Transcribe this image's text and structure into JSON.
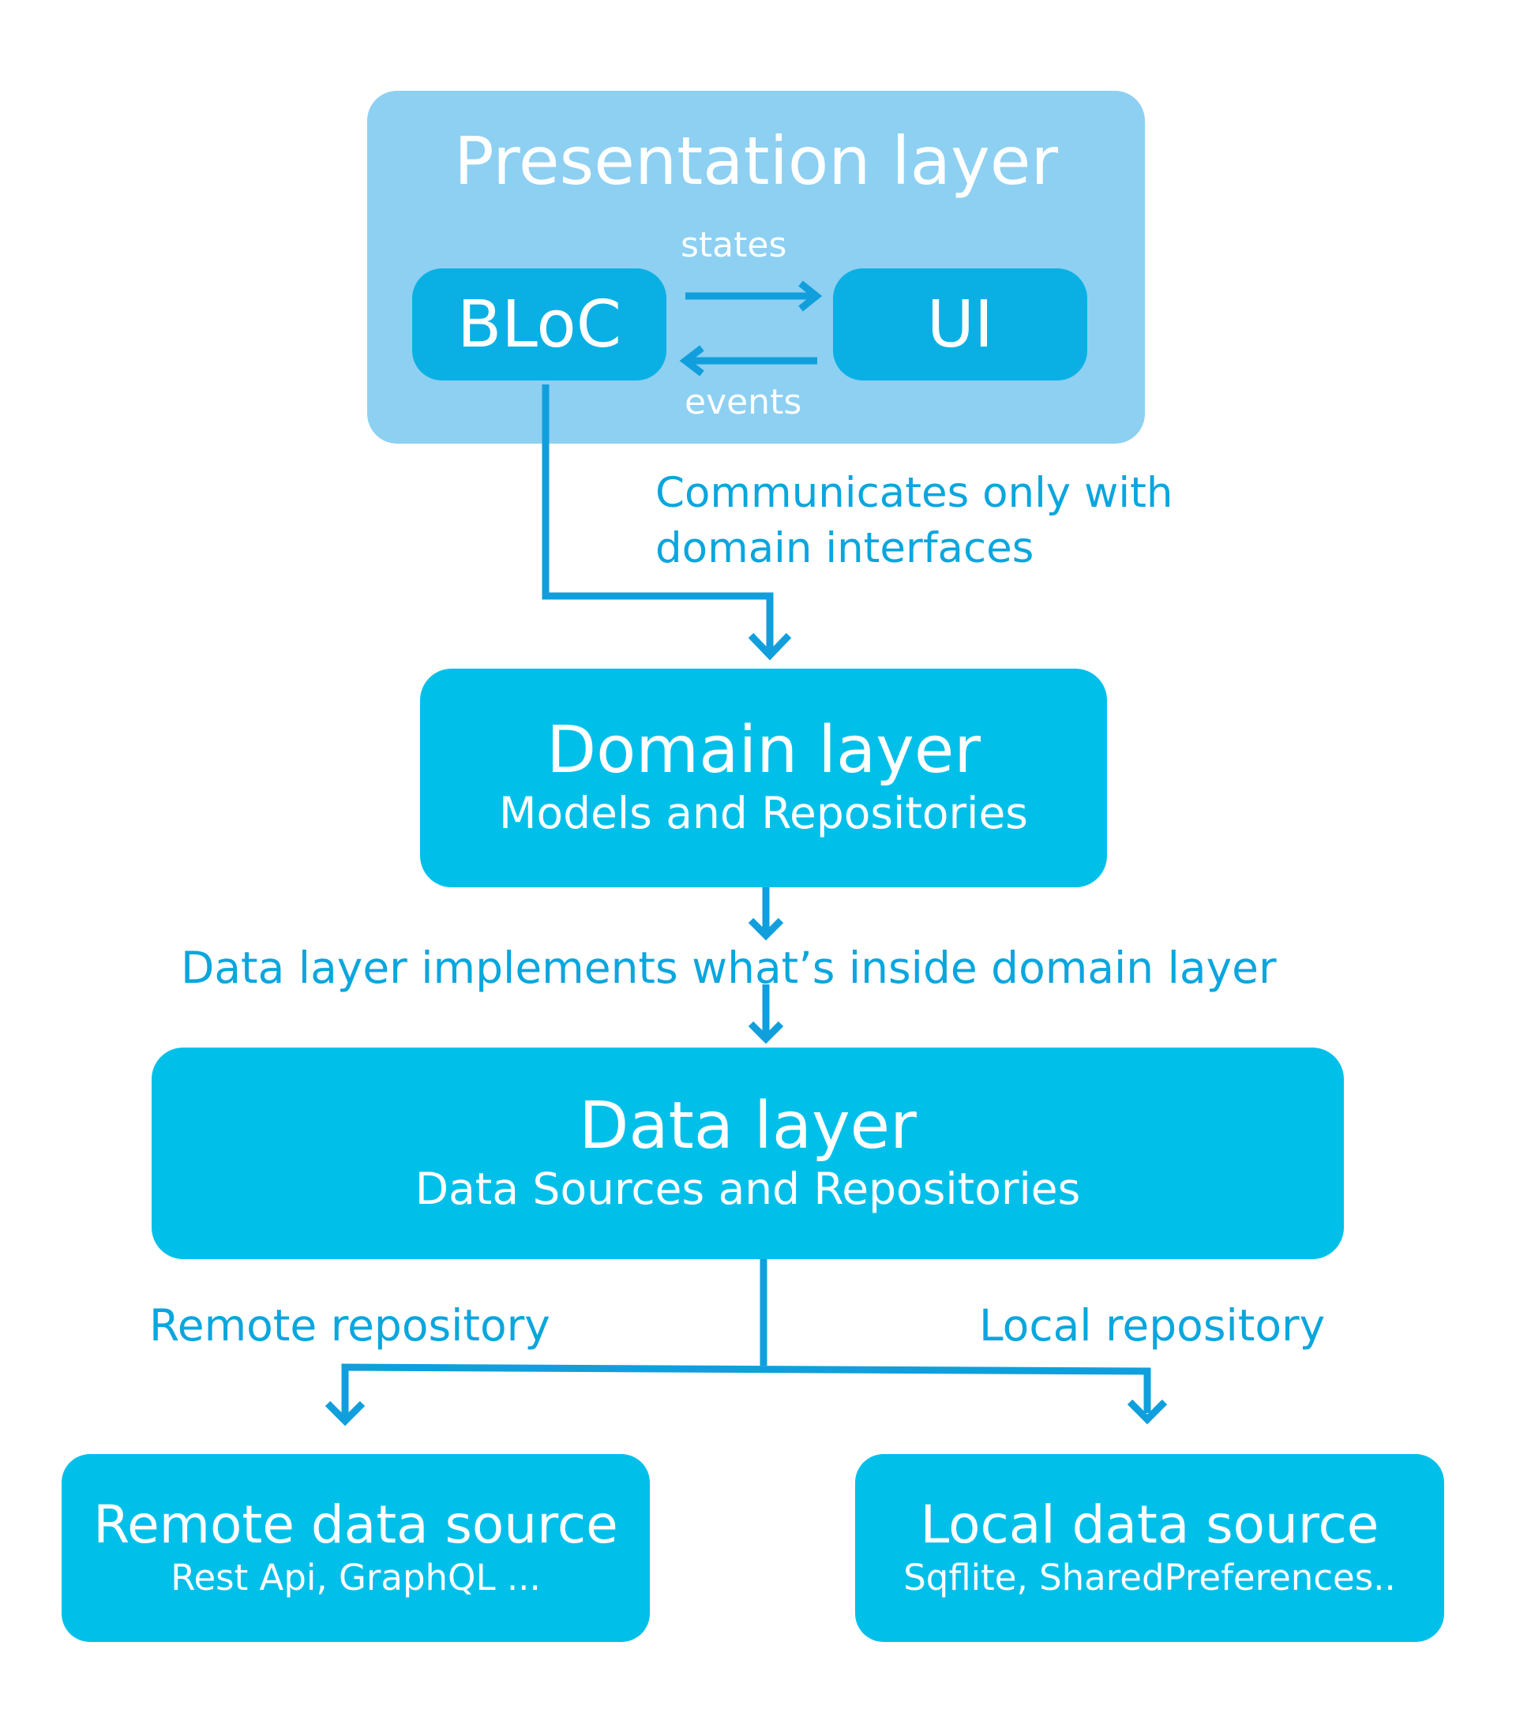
{
  "presentation": {
    "title": "Presentation layer",
    "bloc": "BLoC",
    "ui": "UI",
    "states_label": "states",
    "events_label": "events"
  },
  "edge_labels": {
    "communicates": [
      "Communicates only with",
      "domain interfaces"
    ],
    "implements": "Data layer implements what’s inside domain layer",
    "remote_repository": "Remote repository",
    "local_repository": "Local repository"
  },
  "domain": {
    "title": "Domain layer",
    "subtitle": "Models and Repositories"
  },
  "data": {
    "title": "Data layer",
    "subtitle": "Data Sources and Repositories"
  },
  "remote_source": {
    "title": "Remote data source",
    "subtitle": "Rest Api, GraphQL ..."
  },
  "local_source": {
    "title": "Local data source",
    "subtitle": "Sqflite, SharedPreferences.."
  },
  "colors": {
    "presentation_bg": "#8dd0f2",
    "pill_bg": "#0ab0e4",
    "box_bg": "#00c0ea",
    "line": "#109fdc",
    "label": "#0aa6de"
  }
}
